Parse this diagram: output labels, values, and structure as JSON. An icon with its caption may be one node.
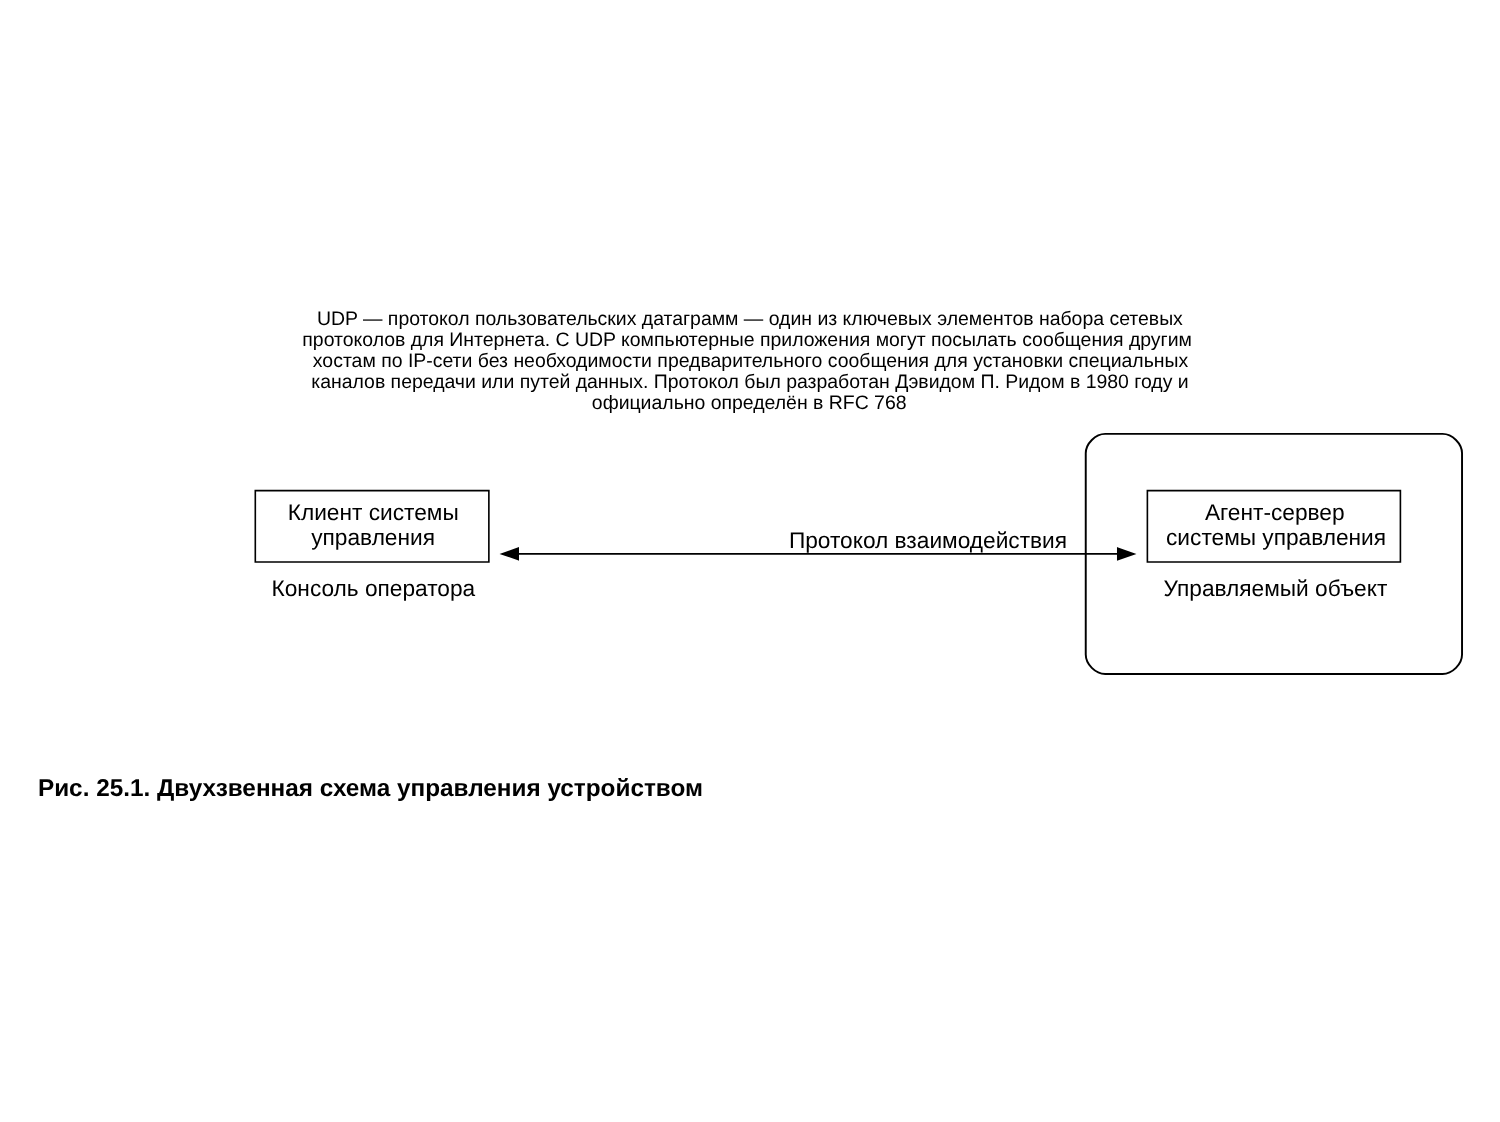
{
  "diagram": {
    "title": "UDP — протокол пользовательских датаграмм — один из ключевых элементов набора сетевых протоколов для Интернета. С UDP компьютерные приложения могут посылать сообщения другим хостам по IP-сети без необходимости предварительного сообщения для установки специальных каналов передачи или путей данных. Протокол был разработан Дэвидом П. Ридом в 1980 году и официально определён в RFC 768",
    "caption": "Рис. 25.1. Двухзвенная схема управления устройством",
    "nodes": [
      {
        "text": [
          "Клиент системы управления"
        ],
        "beside": [
          "Консоль оператора"
        ]
      },
      {
        "text": [],
        "shape": "cloud"
      },
      {
        "text": [
          "Агент-сервер системы управления"
        ],
        "in": 1,
        "beside": [
          "Управляемый объект"
        ]
      }
    ],
    "edges": [
      {
        "from": 0,
        "to": 2,
        "arrow": "both",
        "label": "Протокол взаимодействия"
      }
    ]
  }
}
